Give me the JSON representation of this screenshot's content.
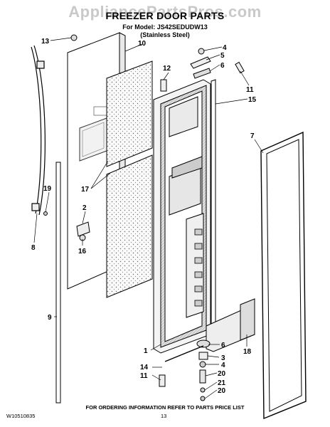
{
  "header": {
    "watermark": "AppliancePartsPros.com",
    "title": "FREEZER DOOR PARTS",
    "model_line": "For Model: JS42SEDUDW13",
    "finish_line": "(Stainless Steel)"
  },
  "callouts": [
    "13",
    "10",
    "4",
    "5",
    "12",
    "6",
    "11",
    "15",
    "7",
    "17",
    "19",
    "2",
    "8",
    "16",
    "9",
    "6",
    "18",
    "3",
    "4",
    "14",
    "1",
    "11",
    "20",
    "21",
    "20"
  ],
  "footer": {
    "doc_number": "W10510835",
    "ordering_note": "FOR ORDERING INFORMATION REFER TO PARTS PRICE LIST",
    "page_number": "13"
  }
}
